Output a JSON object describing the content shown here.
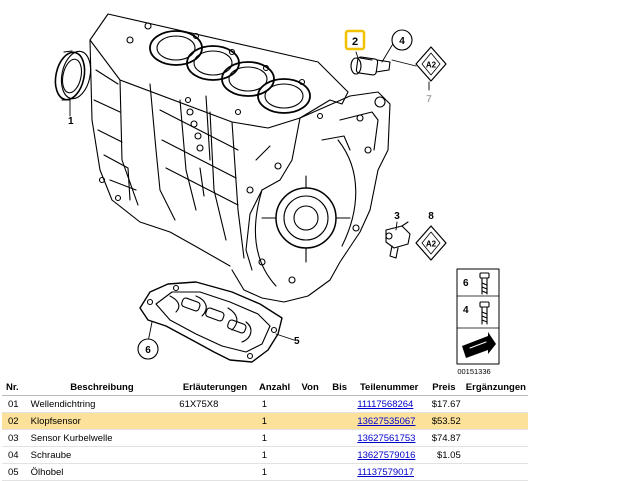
{
  "diagram": {
    "callouts": [
      {
        "id": "c1",
        "label": "1"
      },
      {
        "id": "c2",
        "label": "2"
      },
      {
        "id": "c3",
        "label": "3"
      },
      {
        "id": "c4",
        "label": "4"
      },
      {
        "id": "c5",
        "label": "5"
      },
      {
        "id": "c6",
        "label": "6"
      },
      {
        "id": "c7",
        "label": "7"
      },
      {
        "id": "c8",
        "label": "8"
      }
    ],
    "sign_text": "A2",
    "legend_labels": [
      "6",
      "4"
    ],
    "drawing_id": "00151336",
    "highlight_color": "#f2c200"
  },
  "table": {
    "headers": {
      "nr": "Nr.",
      "desc": "Beschreibung",
      "notes": "Erläuterungen",
      "qty": "Anzahl",
      "from": "Von",
      "to": "Bis",
      "partnum": "Teilenummer",
      "price": "Preis",
      "extra": "Ergänzungen"
    },
    "rows": [
      {
        "nr": "01",
        "desc": "Wellendichtring",
        "notes": "61X75X8",
        "qty": "1",
        "from": "",
        "to": "",
        "partnum": "11117568264",
        "price": "$17.67",
        "extra": ""
      },
      {
        "nr": "02",
        "desc": "Klopfsensor",
        "notes": "",
        "qty": "1",
        "from": "",
        "to": "",
        "partnum": "13627535067",
        "price": "$53.52",
        "extra": ""
      },
      {
        "nr": "03",
        "desc": "Sensor Kurbelwelle",
        "notes": "",
        "qty": "1",
        "from": "",
        "to": "",
        "partnum": "13627561753",
        "price": "$74.87",
        "extra": ""
      },
      {
        "nr": "04",
        "desc": "Schraube",
        "notes": "",
        "qty": "1",
        "from": "",
        "to": "",
        "partnum": "13627579016",
        "price": "$1.05",
        "extra": ""
      },
      {
        "nr": "05",
        "desc": "Ölhobel",
        "notes": "",
        "qty": "1",
        "from": "",
        "to": "",
        "partnum": "11137579017",
        "price": "",
        "extra": ""
      }
    ],
    "selected_row_index": 1,
    "selected_color": "#fbe19a",
    "link_color": "#0000cc"
  }
}
